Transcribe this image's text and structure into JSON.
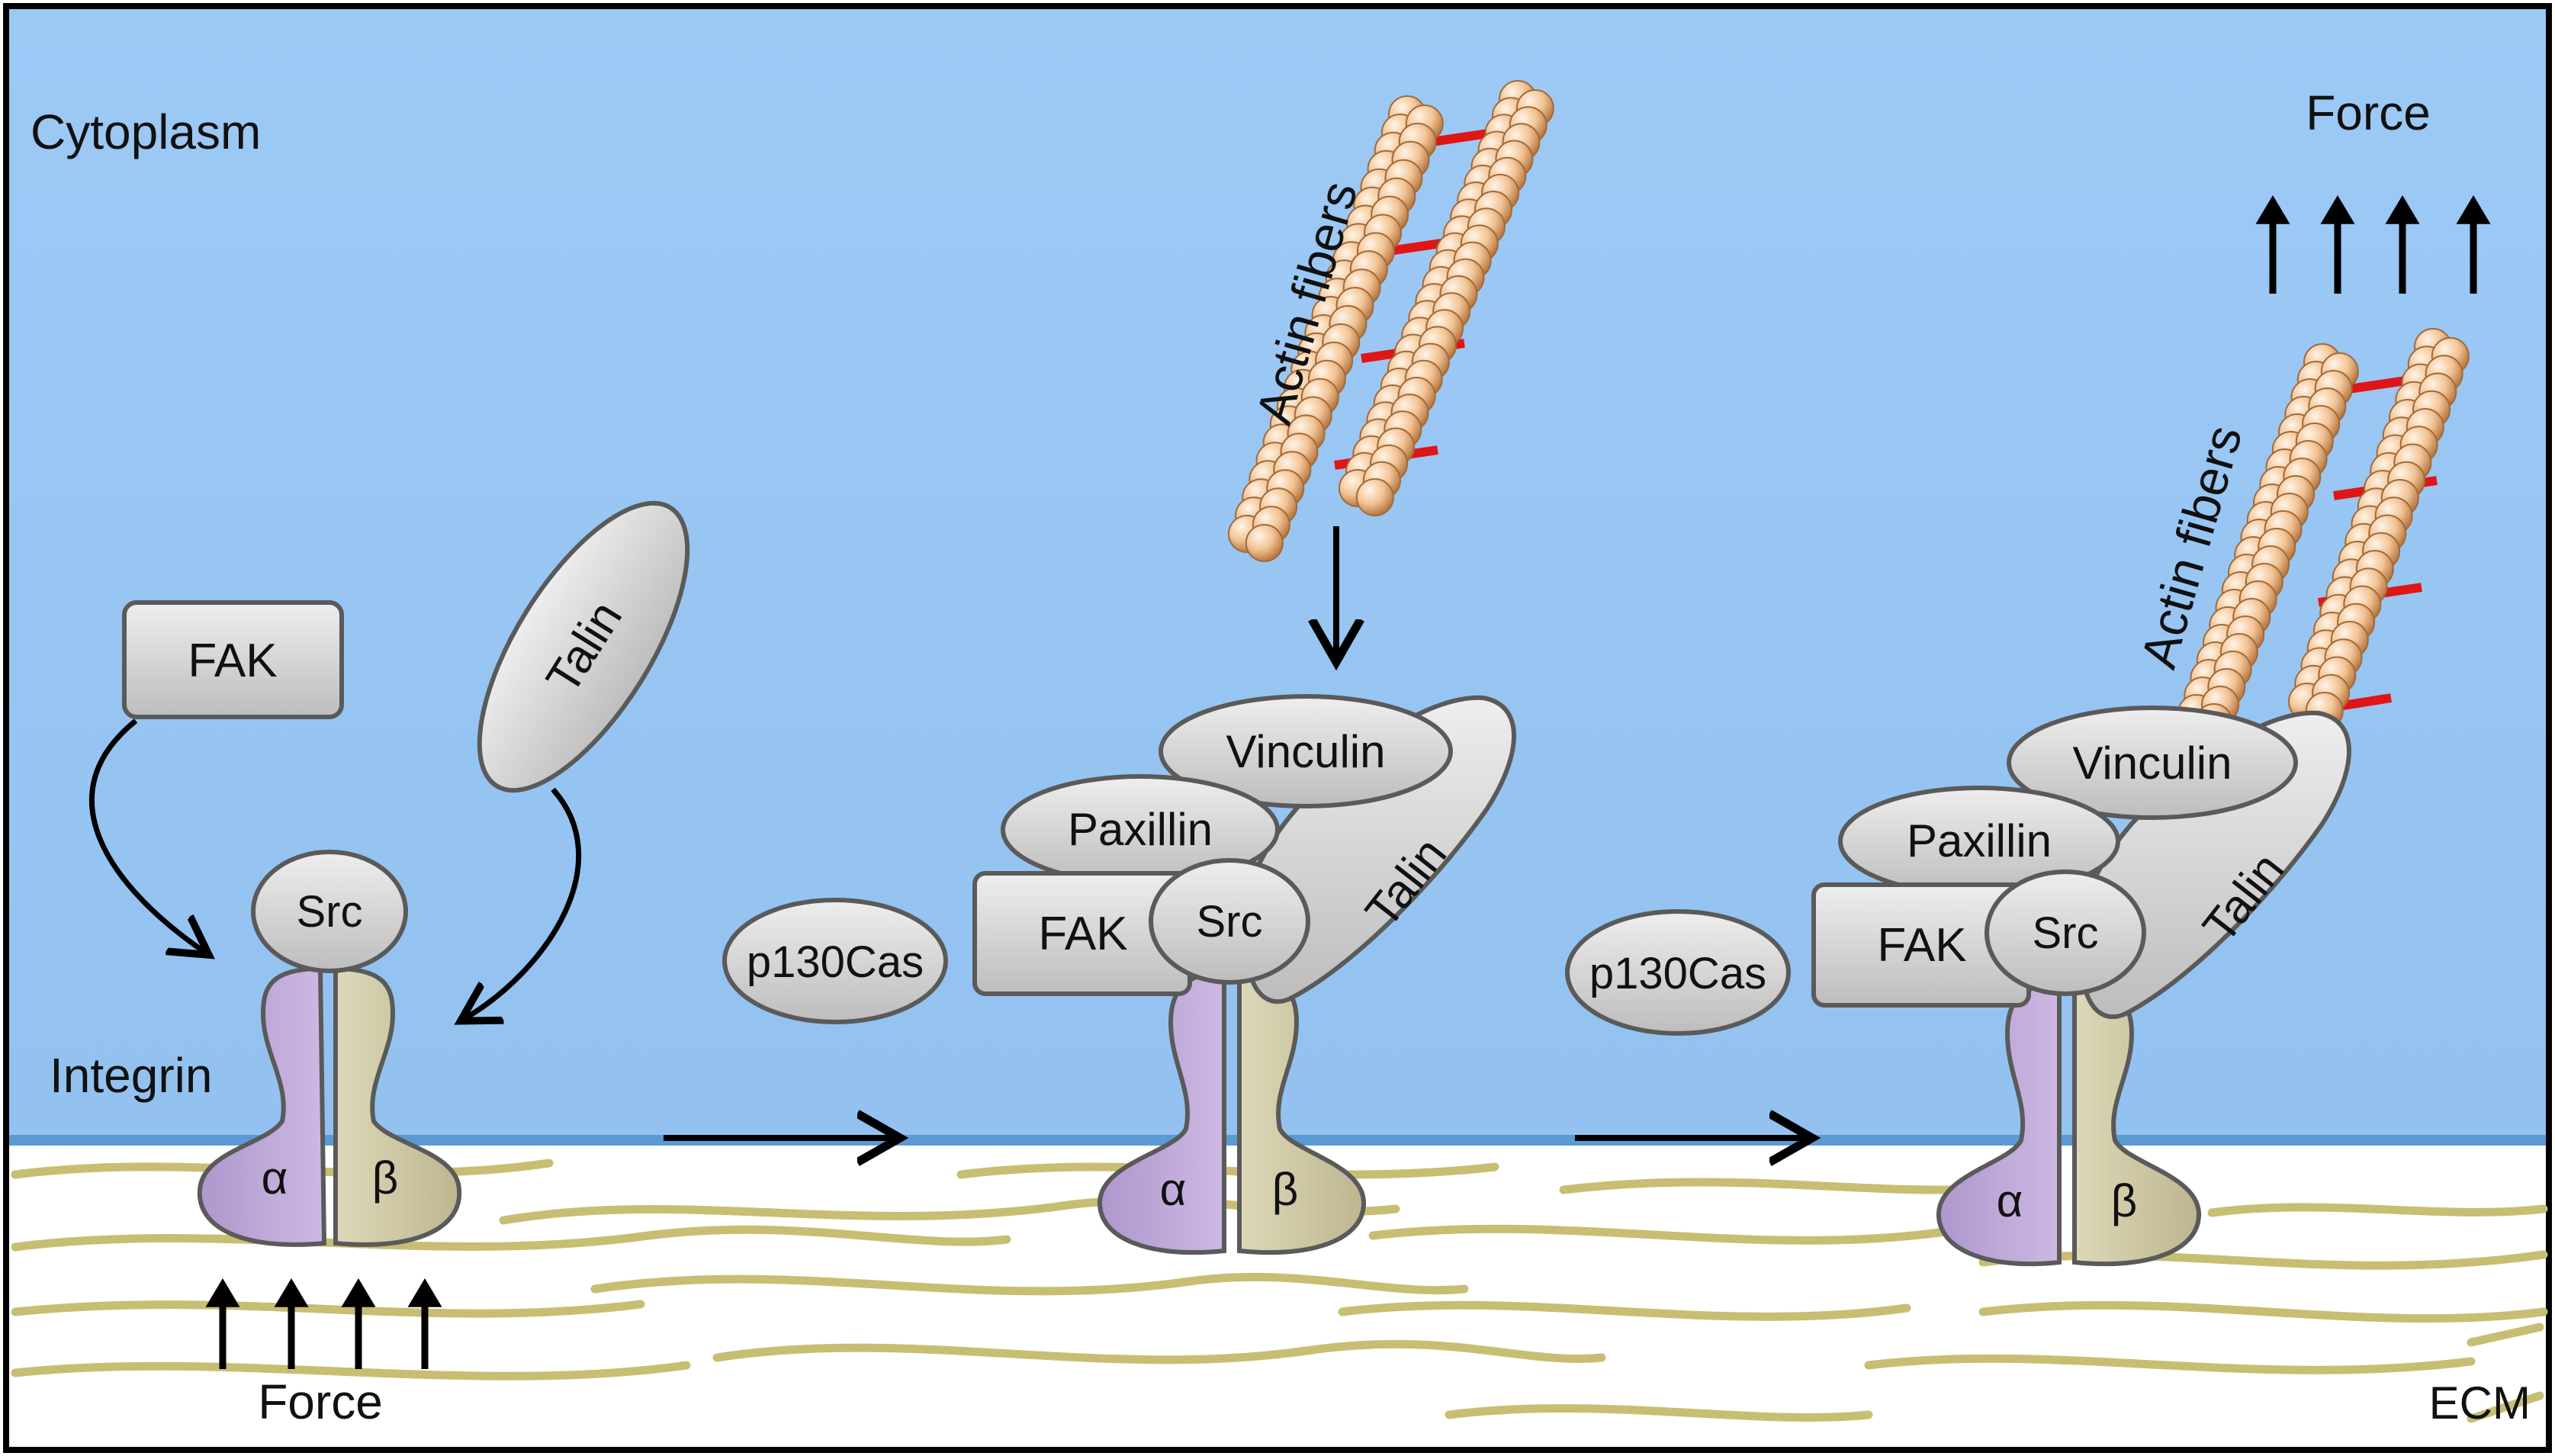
{
  "labels": {
    "cytoplasm": "Cytoplasm",
    "ecm": "ECM",
    "integrin": "Integrin",
    "force_bottom": "Force",
    "force_top": "Force",
    "alpha": "α",
    "beta": "β"
  },
  "proteins": {
    "fak": "FAK",
    "talin": "Talin",
    "src": "Src",
    "paxillin": "Paxillin",
    "vinculin": "Vinculin",
    "p130cas": "p130Cas",
    "actin_fibers": "Actin fibers"
  },
  "colors": {
    "cytoplasm": "#9CC8F4",
    "ecm": "#FFFFFF",
    "membrane_line": "#5B9BD5",
    "protein_gray": "#D9D9D9",
    "protein_outline": "#5A5A5A",
    "integrin_alpha": "#C3AFDA",
    "integrin_beta": "#D1CCA8",
    "collagen_fiber": "#C8BE73",
    "actin_bead": "#F2C394",
    "actin_bead_dark": "#B97B45",
    "crosslink": "#E01515",
    "arrow": "#000000"
  }
}
